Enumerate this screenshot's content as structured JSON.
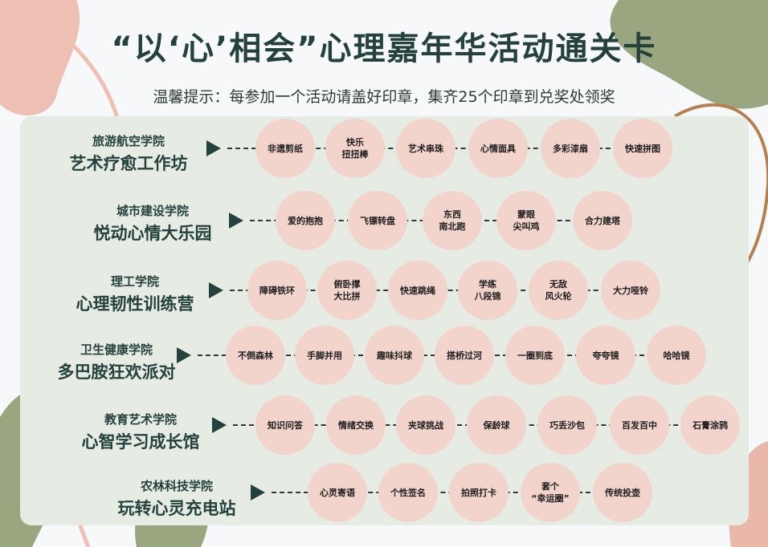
{
  "title": "“以‘心’相会”心理嘉年华活动通关卡",
  "tip": "温馨提示：每参加一个活动请盖好印章，集齐25个印章到兑奖处领奖",
  "colors": {
    "dark": "#24413d",
    "stamp": "#f2d4cc",
    "panel": "#e6ebe3",
    "sage": "#9aa67f",
    "pink": "#f0bfb3",
    "brown": "#b5804f"
  },
  "rows": [
    {
      "college": "旅游航空学院",
      "event": "艺术疗愈工作坊",
      "activities": [
        "非遗剪纸",
        "快乐\n扭扭棒",
        "艺术串珠",
        "心情面具",
        "多彩漆扇",
        "快速拼图"
      ]
    },
    {
      "college": "城市建设学院",
      "event": "悦动心情大乐园",
      "activities": [
        "爱的抱抱",
        "飞镖转盘",
        "东西\n南北跑",
        "蒙眼\n尖叫鸡",
        "合力建塔"
      ]
    },
    {
      "college": "理工学院",
      "event": "心理韧性训练营",
      "activities": [
        "障碍铁环",
        "俯卧撑\n大比拼",
        "快速跳绳",
        "学练\n八段锦",
        "无敌\n风火轮",
        "大力哑铃"
      ]
    },
    {
      "college": "卫生健康学院",
      "event": "多巴胺狂欢派对",
      "activities": [
        "不倒森林",
        "手脚并用",
        "趣味抖球",
        "搭桥过河",
        "一圈到底",
        "夸夸镜",
        "哈哈镜"
      ]
    },
    {
      "college": "教育艺术学院",
      "event": "心智学习成长馆",
      "activities": [
        "知识问答",
        "情绪交换",
        "夹球挑战",
        "保龄球",
        "巧丢沙包",
        "百发百中",
        "石膏涂鸦"
      ]
    },
    {
      "college": "农林科技学院",
      "event": "玩转心灵充电站",
      "activities": [
        "心灵寄语",
        "个性签名",
        "拍照打卡",
        "套个\n“幸运圈”",
        "传统投壶"
      ]
    }
  ]
}
